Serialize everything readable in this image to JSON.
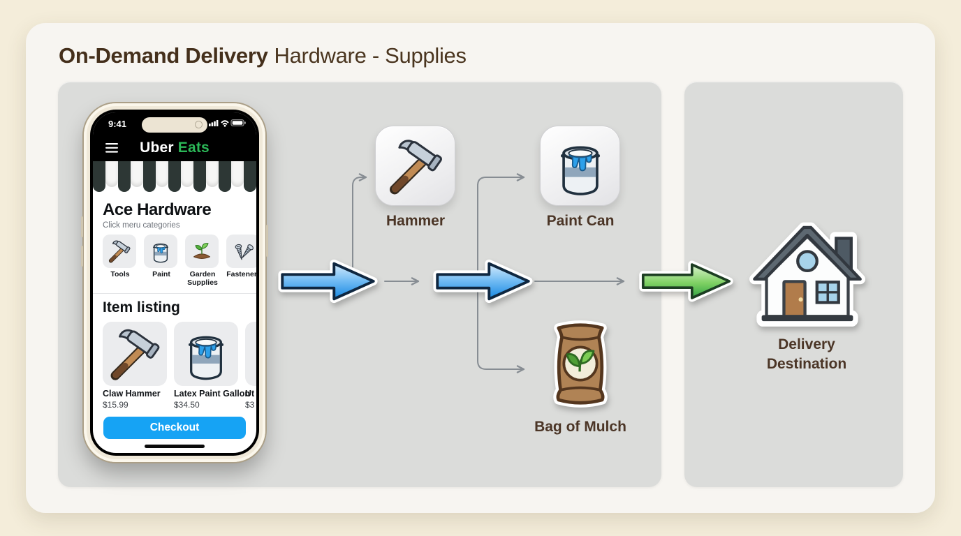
{
  "header": {
    "title_bold": "On-Demand Delivery",
    "title_rest": "Hardware - Supplies"
  },
  "phone": {
    "status_time": "9:41",
    "app_header": {
      "brand_word1": "Uber",
      "brand_word2": "Eats"
    },
    "store_name": "Ace Hardware",
    "store_subtitle": "Click meru categories",
    "categories": [
      {
        "label": "Tools",
        "icon": "hammer-icon"
      },
      {
        "label": "Paint",
        "icon": "paint-can-icon"
      },
      {
        "label": "Garden Supplies",
        "icon": "seedling-icon"
      },
      {
        "label": "Fasteners",
        "icon": "screws-icon"
      }
    ],
    "listing_heading": "Item listing",
    "items": [
      {
        "name": "Claw Hammer",
        "price": "$15.99",
        "icon": "hammer-icon"
      },
      {
        "name": "Latex Paint Gallon",
        "price": "$34.50",
        "icon": "paint-can-icon"
      },
      {
        "name": "Ut",
        "price": "$3",
        "icon": "clipped"
      }
    ],
    "checkout_label": "Checkout"
  },
  "flow": {
    "node_hammer": "Hammer",
    "node_paint": "Paint Can",
    "node_mulch": "Bag of Mulch",
    "destination_line1": "Delivery",
    "destination_line2": "Destination"
  },
  "colors": {
    "accent_blue": "#1e8fe8",
    "accent_green": "#35a846",
    "checkout_blue": "#16a3f4",
    "uber_eats_green": "#2bb757",
    "title_brown": "#442f1b",
    "background_cream": "#f4edda",
    "panel_gray": "#dbdcda"
  }
}
